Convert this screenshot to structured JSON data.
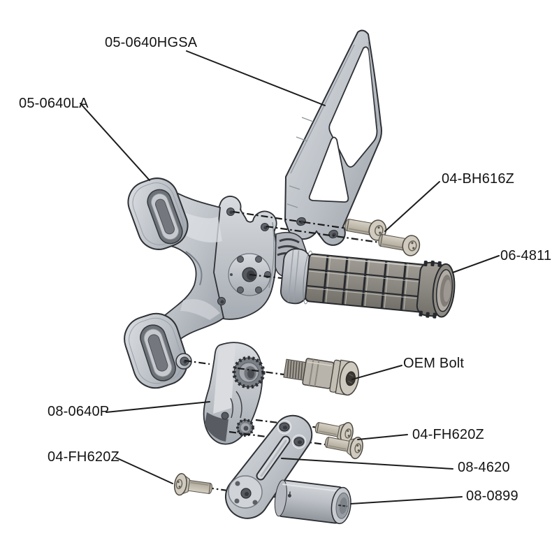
{
  "diagram": {
    "type": "exploded-parts-diagram",
    "background_color": "#ffffff",
    "callout_color": "#1c1c1c",
    "part_gray": "#c6cad0",
    "hardware_tan": "#cdc8bb",
    "outline_color": "#2e3135",
    "labels": {
      "heel_guard": "05-0640HGSA",
      "main_bracket": "05-0640LA",
      "button_head_bolts": "04-BH616Z",
      "footpeg": "06-4811",
      "oem_bolt": "OEM Bolt",
      "pedal_block": "08-0640P",
      "flathead_bolts_right": "04-FH620Z",
      "link_arm": "08-4620",
      "flathead_bolt_left": "04-FH620Z",
      "spacer": "08-0899"
    }
  }
}
